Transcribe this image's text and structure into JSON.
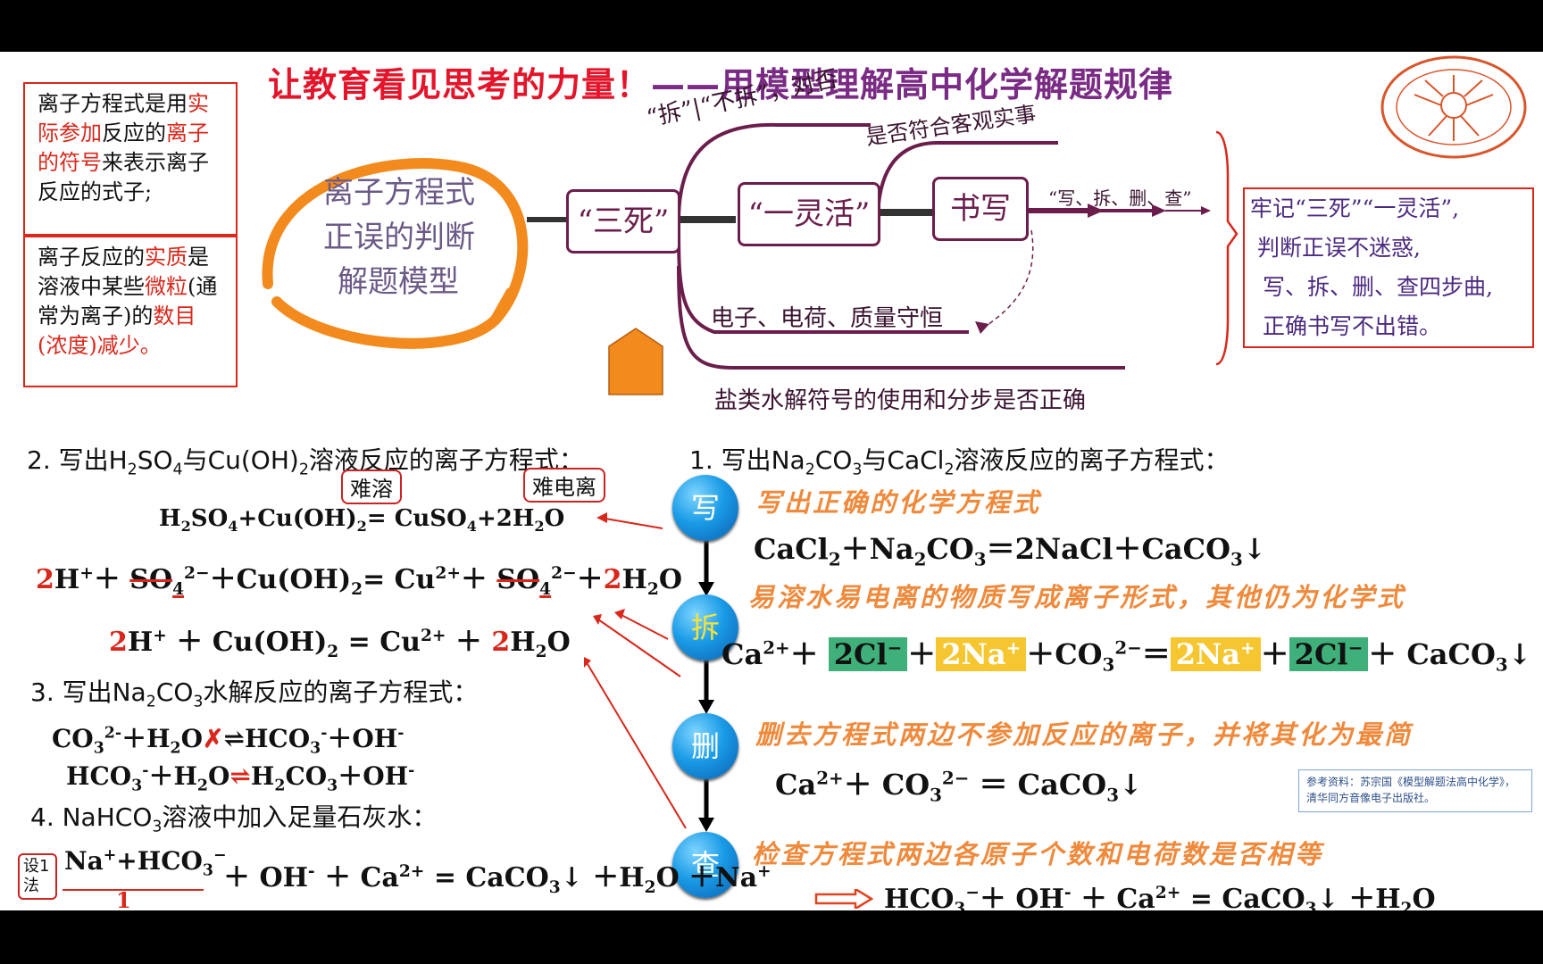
{
  "title": {
    "part1": "让教育看见思考的力量！",
    "part2": "——用模型理解高中化学解题规律"
  },
  "defs": {
    "def1": {
      "a": "离子方程式是用",
      "b": "实际参加",
      "c": "反应的",
      "d": "离子的符号",
      "e": "来表示离子反应的式子;"
    },
    "def2": {
      "a": "离子反应的",
      "b": "实质",
      "c": "是溶液中某些",
      "d": "微粒",
      "e": "(通常为离子)的",
      "f": "数目(浓度)减少",
      "g": "。"
    }
  },
  "model": {
    "oval": [
      "离子方程式",
      "正误的判断",
      "解题模型"
    ],
    "sansi": "“三死”",
    "yilinghuo": "“一灵活”",
    "shuxie": "书写",
    "branch_chai": "“拆”|“不拆”，对否",
    "branch_shishi": "是否符合客观实事",
    "branch_shouheng": "电子、电荷、质量守恒",
    "branch_shuijie": "盐类水解符号的使用和分步是否正确",
    "steps": "“写、拆、删、查”"
  },
  "summary": [
    "牢记“三死”“一灵活”,",
    "判断正误不迷惑,",
    "写、拆、删、查四步曲,",
    "正确书写不出错。"
  ],
  "q1": {
    "title": "1. 写出Na₂CO₃与CaCl₂溶液反应的离子方程式："
  },
  "steps_labels": {
    "write": "写",
    "split": "拆",
    "delete": "删",
    "check": "查"
  },
  "steps_desc": {
    "write": "写出正确的化学方程式",
    "split": "易溶水易电离的物质写成离子形式，其他仍为化学式",
    "delete": "删去方程式两边不参加反应的离子，并将其化为最简",
    "check": "检查方程式两边各原子个数和电荷数是否相等"
  },
  "q2": {
    "title": "2. 写出H₂SO₄与Cu(OH)₂溶液反应的离子方程式：",
    "callout1": "难溶",
    "callout2": "难电离"
  },
  "q3": {
    "title": "3. 写出Na₂CO₃水解反应的离子方程式："
  },
  "q4": {
    "title": "4. NaHCO₃溶液中加入足量石灰水：",
    "tag": "设1法",
    "one": "1"
  },
  "reference": "参考资料：苏宗国《模型解题法高中化学》，清华同方音像电子出版社。",
  "colors": {
    "accent": "#6b1e4c",
    "red": "#d9271b",
    "orange": "#ef8a3c",
    "blue": "#1a9be6"
  }
}
